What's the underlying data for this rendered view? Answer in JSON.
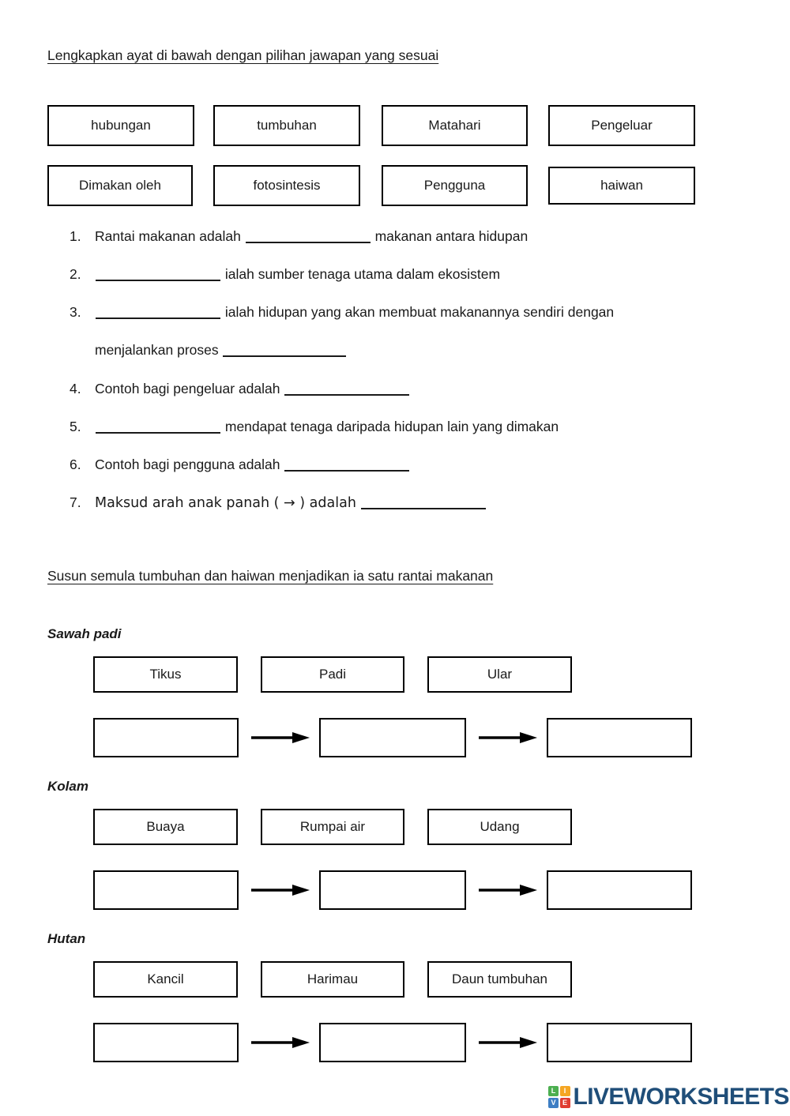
{
  "document": {
    "heading_1": "Lengkapkan ayat di bawah dengan pilihan jawapan yang sesuai",
    "heading_2": "Susun semula tumbuhan dan haiwan menjadikan ia satu rantai makanan"
  },
  "word_bank": {
    "rows": [
      [
        {
          "label": "hubungan"
        },
        {
          "label": "tumbuhan"
        },
        {
          "label": "Matahari"
        },
        {
          "label": "Pengeluar"
        }
      ],
      [
        {
          "label": "Dimakan oleh"
        },
        {
          "label": "fotosintesis"
        },
        {
          "label": "Pengguna"
        },
        {
          "label": "haiwan"
        }
      ]
    ]
  },
  "questions": [
    {
      "number": "1.",
      "before": "Rantai makanan adalah ",
      "after": " makanan antara hidupan",
      "blank_count": 1
    },
    {
      "number": "2.",
      "before": "",
      "after": " ialah sumber tenaga utama dalam ekosistem",
      "blank_count": 1
    },
    {
      "number": "3.",
      "before": "",
      "after": " ialah hidupan yang akan membuat makanannya sendiri dengan",
      "blank_count": 1,
      "continuation_before": "menjalankan proses ",
      "continuation_after": ""
    },
    {
      "number": "4.",
      "before": "Contoh bagi pengeluar adalah ",
      "after": "",
      "blank_count": 1
    },
    {
      "number": "5.",
      "before": "",
      "after": " mendapat tenaga daripada hidupan lain yang dimakan",
      "blank_count": 1
    },
    {
      "number": "6.",
      "before": "Contoh bagi pengguna adalah ",
      "after": "",
      "blank_count": 1
    },
    {
      "number": "7.",
      "before": "Maksud arah anak panah ( → ) adalah ",
      "after": "",
      "blank_count": 1
    }
  ],
  "chain_groups": [
    {
      "title": "Sawah padi",
      "terms": [
        "Tikus",
        "Padi",
        "Ular"
      ],
      "answers": [
        "",
        "",
        ""
      ]
    },
    {
      "title": "Kolam",
      "terms": [
        "Buaya",
        "Rumpai air",
        "Udang"
      ],
      "answers": [
        "",
        "",
        ""
      ]
    },
    {
      "title": "Hutan",
      "terms": [
        "Kancil",
        "Harimau",
        "Daun tumbuhan"
      ],
      "answers": [
        "",
        "",
        ""
      ]
    }
  ],
  "footer": {
    "logo_word": "LIVEWORKSHEETS",
    "logo_word_color": "#1F4E79",
    "logo_tiles": [
      {
        "letter": "L",
        "color": "#4CAF50"
      },
      {
        "letter": "I",
        "color": "#F5A623"
      },
      {
        "letter": "V",
        "color": "#3D7EC4"
      },
      {
        "letter": "E",
        "color": "#E03C31"
      }
    ]
  }
}
